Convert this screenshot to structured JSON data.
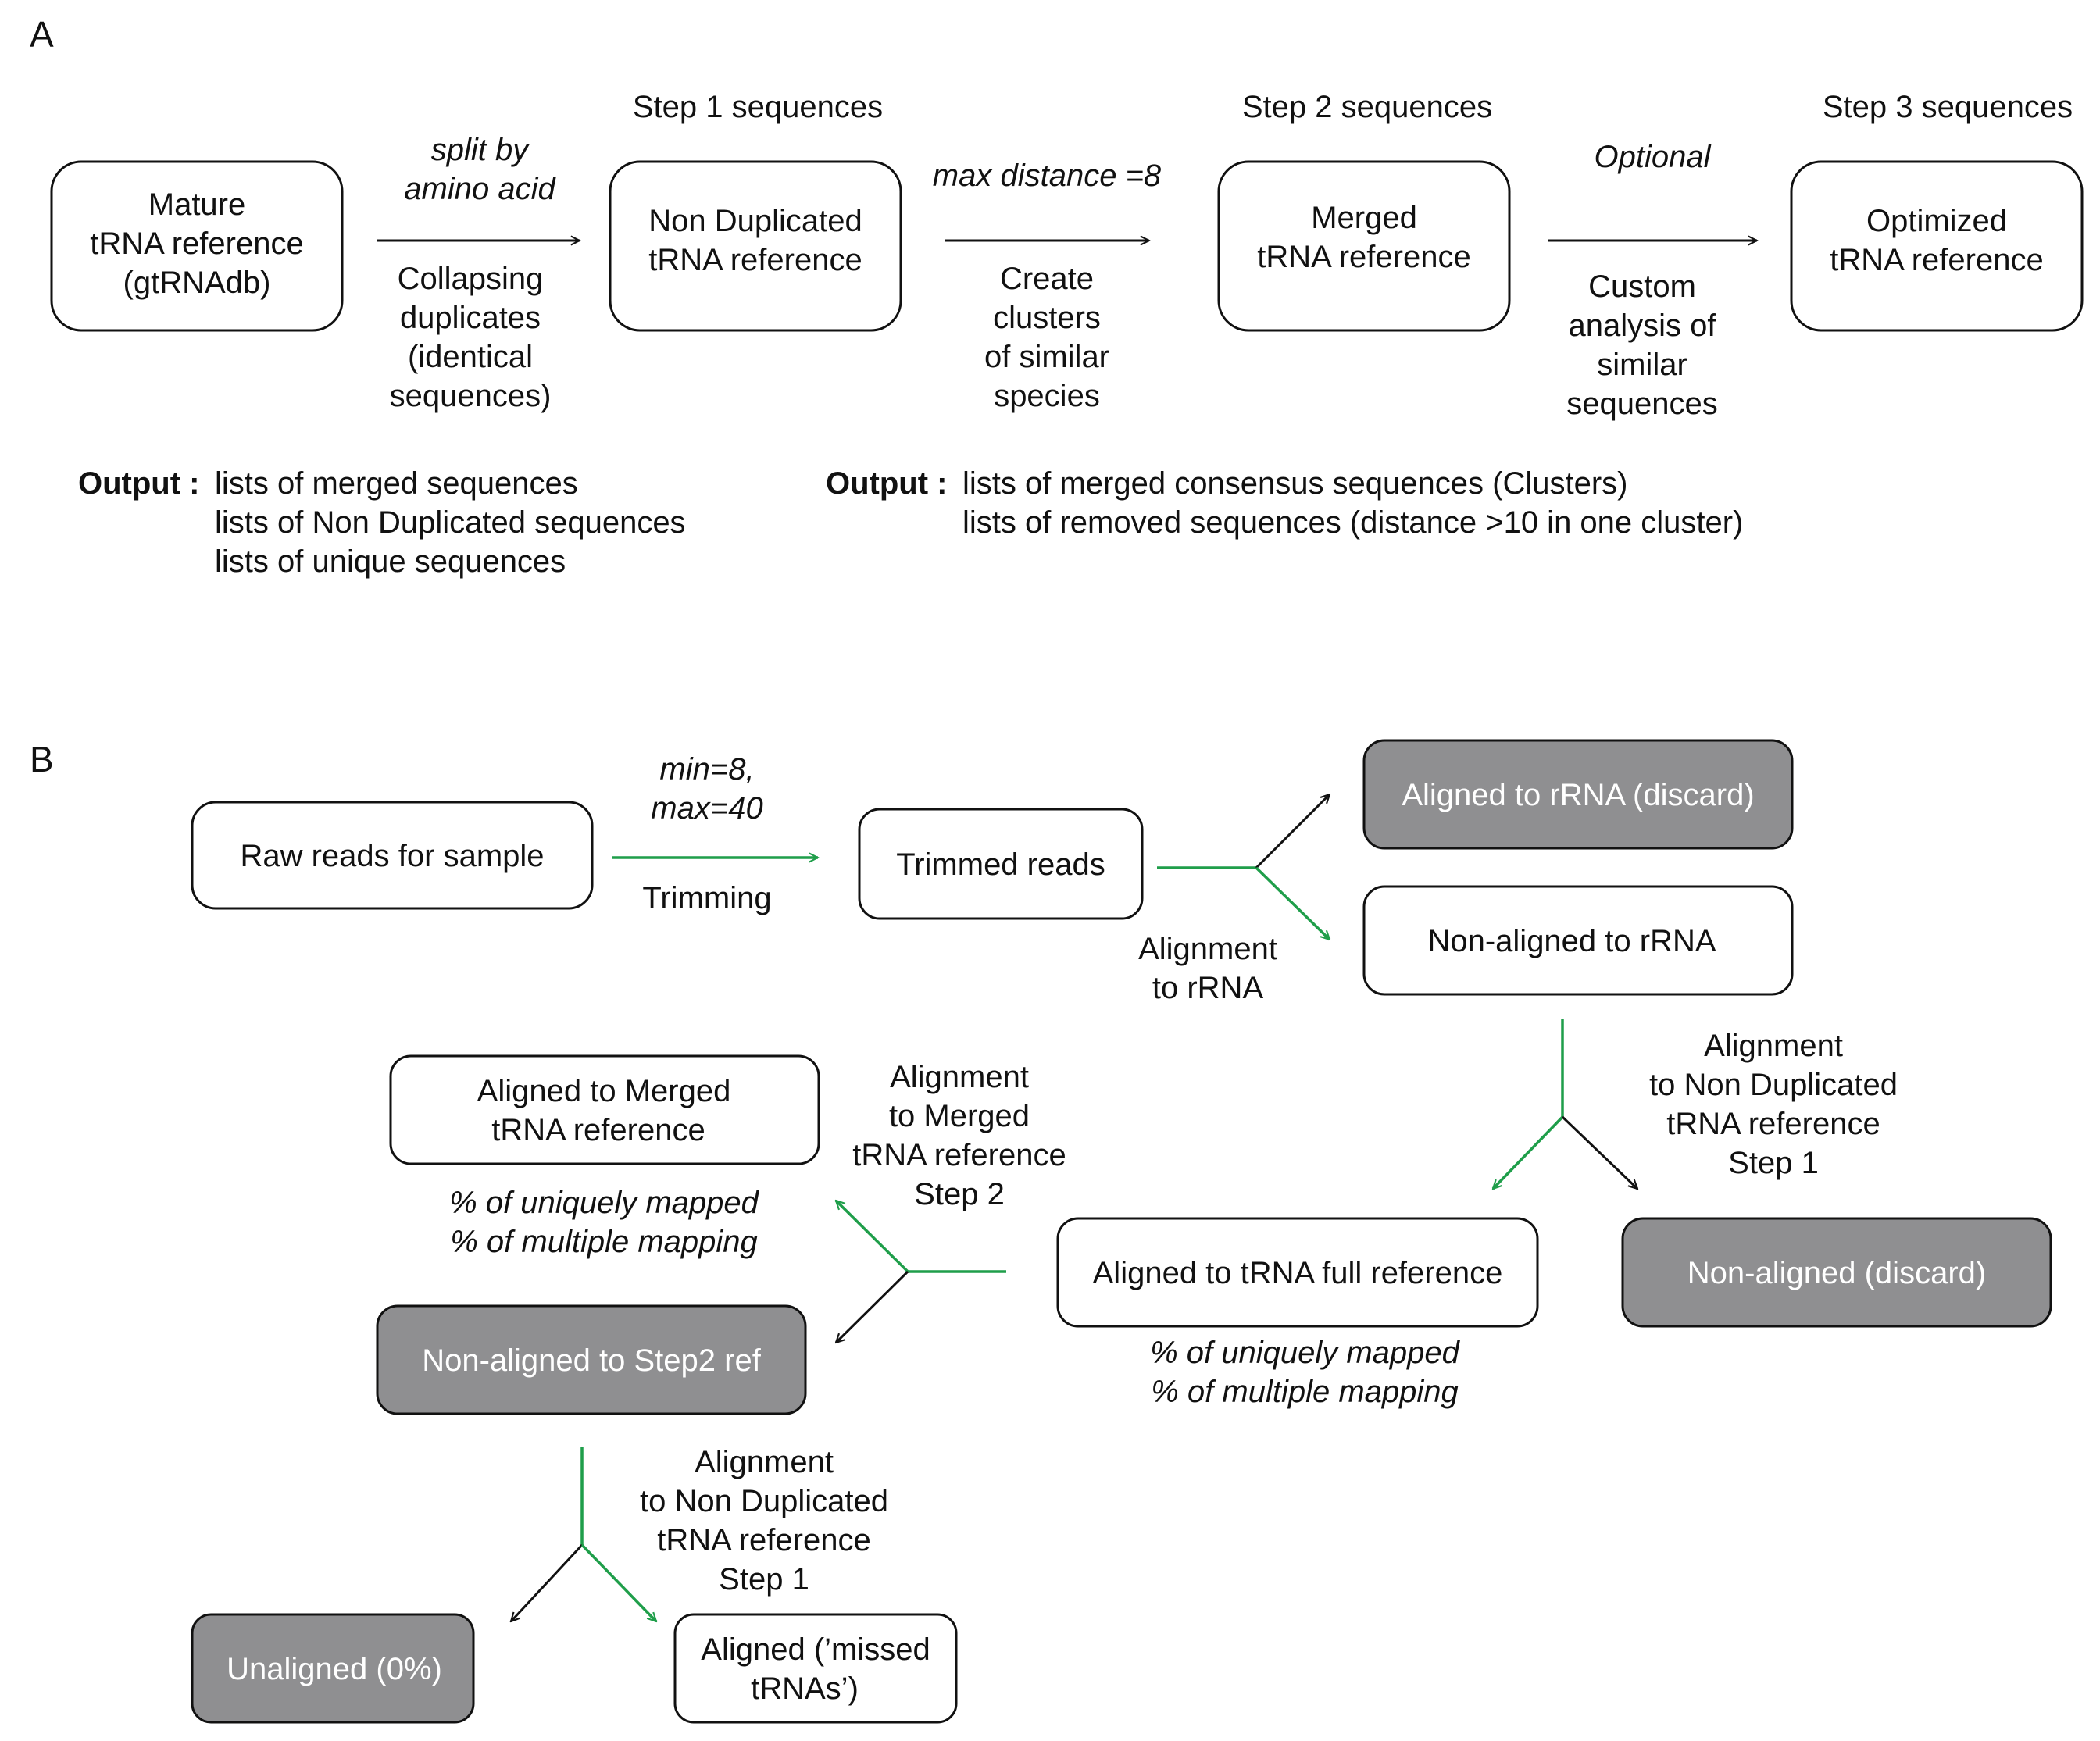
{
  "colors": {
    "line": "#111111",
    "green_arrow": "#1f9e4a",
    "dark_box": "#8f8f91",
    "dark_box_text": "#ffffff"
  },
  "panel_a": {
    "label": "A",
    "step1_heading": "Step 1 sequences",
    "step2_heading": "Step 2 sequences",
    "step3_heading": "Step 3 sequences",
    "box_mature": [
      "Mature",
      "tRNA reference",
      "(gtRNAdb)"
    ],
    "box_nondup": [
      "Non Duplicated",
      "tRNA reference"
    ],
    "box_merged": [
      "Merged",
      "tRNA reference"
    ],
    "box_optimized": [
      "Optimized",
      "tRNA reference"
    ],
    "arrow1_above": [
      "split by",
      "amino acid"
    ],
    "arrow1_below": [
      "Collapsing",
      "duplicates",
      "(identical",
      "sequences)"
    ],
    "arrow2_above": [
      "max distance =8"
    ],
    "arrow2_below": [
      "Create",
      "clusters",
      "of similar",
      "species"
    ],
    "arrow3_above": [
      "Optional"
    ],
    "arrow3_below": [
      "Custom",
      "analysis of",
      "similar",
      "sequences"
    ],
    "output1_label": "Output :",
    "output1_lines": [
      "lists of merged sequences",
      "lists of Non Duplicated sequences",
      "lists of unique sequences"
    ],
    "output2_label": "Output :",
    "output2_lines": [
      "lists of merged consensus sequences (Clusters)",
      "lists of removed sequences (distance >10 in one cluster)"
    ]
  },
  "panel_b": {
    "label": "B",
    "box_raw": [
      "Raw reads for sample"
    ],
    "box_trimmed": [
      "Trimmed reads"
    ],
    "box_aligned_rrna": [
      "Aligned to rRNA (discard)"
    ],
    "box_nonaligned_rrna": [
      "Non-aligned to rRNA"
    ],
    "box_aligned_merged": [
      "Aligned to Merged",
      "tRNA reference"
    ],
    "box_aligned_full": [
      "Aligned to tRNA full reference"
    ],
    "box_nonaligned_discard": [
      "Non-aligned (discard)"
    ],
    "box_nonaligned_step2": [
      "Non-aligned to Step2 ref"
    ],
    "box_unaligned": [
      "Unaligned (0%)"
    ],
    "box_missed": [
      "Aligned (’missed",
      "tRNAs’)"
    ],
    "trim_above": [
      "min=8,",
      "max=40"
    ],
    "trim_below": [
      "Trimming"
    ],
    "align_rrna": [
      "Alignment",
      "to rRNA"
    ],
    "align_nondup_1": [
      "Alignment",
      "to Non Duplicated",
      "tRNA reference",
      "Step 1"
    ],
    "align_merged": [
      "Alignment",
      "to Merged",
      "tRNA reference",
      "Step 2"
    ],
    "merged_stats": [
      "% of uniquely mapped",
      "% of multiple mapping"
    ],
    "full_stats": [
      "% of uniquely mapped",
      "% of multiple mapping"
    ],
    "align_nondup_2": [
      "Alignment",
      "to Non Duplicated",
      "tRNA reference",
      "Step 1"
    ]
  }
}
